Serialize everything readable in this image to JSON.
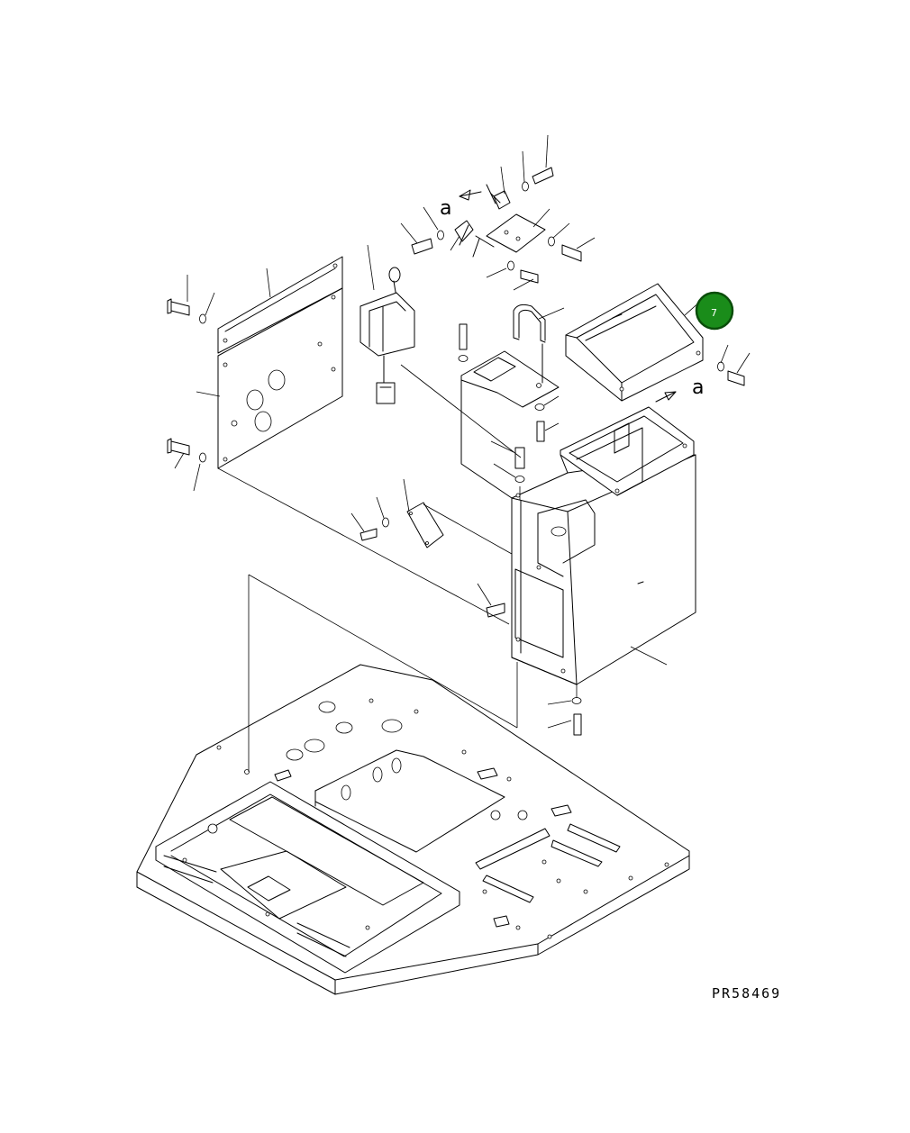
{
  "diagram": {
    "drawing_code": "PR58469",
    "view_ref_labels": [
      "a",
      "a"
    ],
    "callout": {
      "number": "7",
      "fill_color": "#1a8c1a",
      "ring_color": "#0a4d0a"
    }
  }
}
